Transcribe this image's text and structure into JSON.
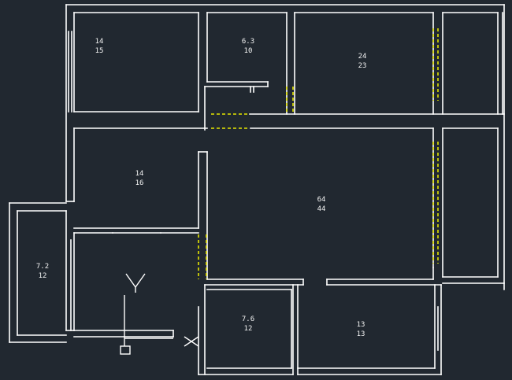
{
  "plan": {
    "rooms": [
      {
        "id": "room-top-left",
        "area": "14",
        "code": "15"
      },
      {
        "id": "room-top-small",
        "area": "6.3",
        "code": "10"
      },
      {
        "id": "room-top-right",
        "area": "24",
        "code": "23"
      },
      {
        "id": "room-mid-left",
        "area": "14",
        "code": "16"
      },
      {
        "id": "room-center",
        "area": "64",
        "code": "44"
      },
      {
        "id": "room-left-balcony",
        "area": "7.2",
        "code": "12"
      },
      {
        "id": "room-bottom-mid",
        "area": "7.6",
        "code": "12"
      },
      {
        "id": "room-bottom-right",
        "area": "13",
        "code": "13"
      }
    ]
  },
  "colors": {
    "background": "#212830",
    "wall": "#ffffff",
    "door_opening": "#e6e600",
    "label": "#f2f2f2"
  }
}
